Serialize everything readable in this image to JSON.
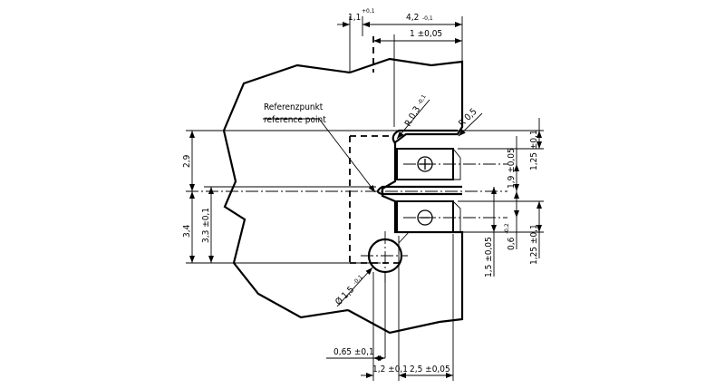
{
  "drawing": {
    "reference_point": {
      "label_de": "Referenzpunkt",
      "label_en": "reference point"
    },
    "symbols": {
      "plus": "plus-circle-icon",
      "minus": "minus-circle-icon"
    },
    "dimensions": {
      "d_1_1": {
        "value": "1,1",
        "tol": "+0,1"
      },
      "d_4_2": {
        "value": "4,2",
        "tol": "-0,1"
      },
      "d_1_005": {
        "value": "1 ±0,05"
      },
      "radius_03": {
        "value": "R 0,3",
        "tol": "-0,1"
      },
      "radius_05": {
        "value": "R 0,5"
      },
      "d_2_9": {
        "value": "2,9"
      },
      "d_3_4": {
        "value": "3,4"
      },
      "d_3_3": {
        "value": "3,3 ±0,1"
      },
      "d_1_25_top": {
        "value": "1,25 ±0,1"
      },
      "d_1_9": {
        "value": "1,9 ±0,05"
      },
      "d_0_6": {
        "value": "0,6",
        "tol": "-0,2"
      },
      "d_1_25_bottom": {
        "value": "1,25 ±0,1"
      },
      "d_1_5": {
        "value": "1,5 ±0,05"
      },
      "diameter_1_5": {
        "value": "Ø 1,5",
        "tol": "-0,1"
      },
      "d_0_65": {
        "value": "0,65 ±0,1"
      },
      "d_1_2": {
        "value": "1,2 ±0,1"
      },
      "d_2_5": {
        "value": "2,5 ±0,05"
      }
    }
  }
}
